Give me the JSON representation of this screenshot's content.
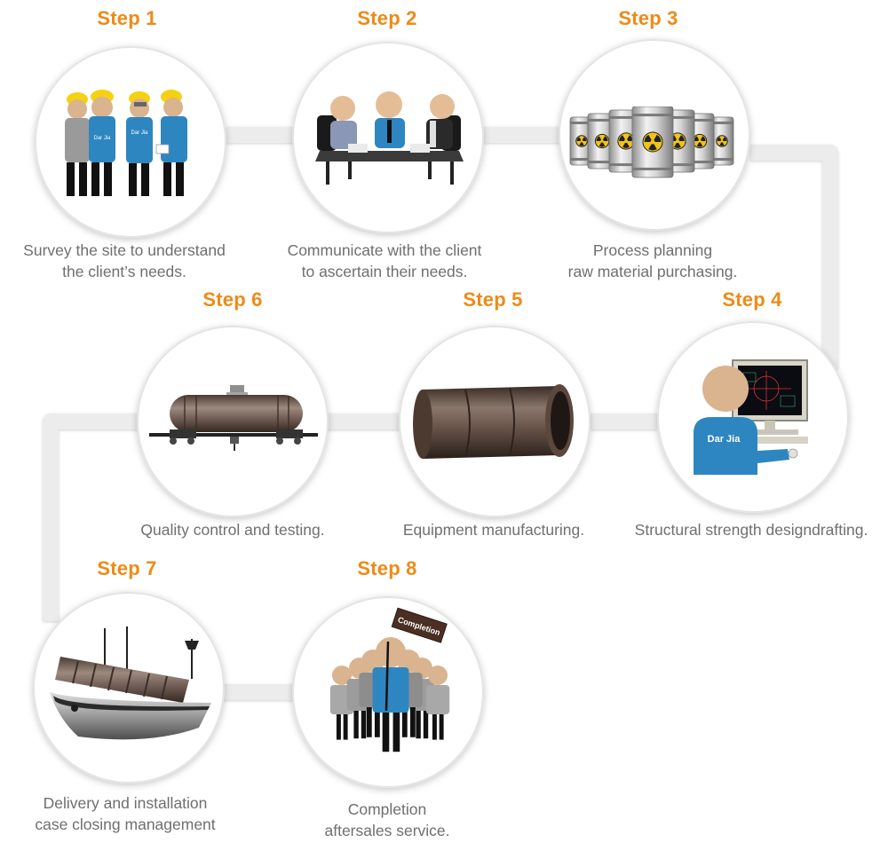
{
  "colors": {
    "step_title": "#ef8a17",
    "caption": "#6f6f6f",
    "connector": "#eeeeee",
    "shirt": "#2e86c1"
  },
  "steps": [
    {
      "title": "Step 1",
      "caption": [
        "Survey the site to understand",
        "the client’s needs."
      ],
      "icon": "survey-workers-icon",
      "shirt_texts": [
        "Dar Jia",
        "Dar Jia"
      ]
    },
    {
      "title": "Step 2",
      "caption": [
        "Communicate with the client",
        "to ascertain their needs."
      ],
      "icon": "meeting-table-icon"
    },
    {
      "title": "Step 3",
      "caption": [
        "Process planning",
        "raw material purchasing."
      ],
      "icon": "radioactive-barrels-icon"
    },
    {
      "title": "Step 4",
      "caption": [
        "Structural strength designdrafting."
      ],
      "icon": "designer-computer-icon",
      "shirt_text": "Dar Jia"
    },
    {
      "title": "Step 5",
      "caption": [
        "Equipment manufacturing."
      ],
      "icon": "steel-pipe-icon"
    },
    {
      "title": "Step 6",
      "caption": [
        "Quality control and testing."
      ],
      "icon": "tank-car-icon"
    },
    {
      "title": "Step 7",
      "caption": [
        "Delivery and installation",
        "case closing management"
      ],
      "icon": "cargo-ship-icon"
    },
    {
      "title": "Step 8",
      "caption": [
        "Completion",
        "aftersales service."
      ],
      "icon": "completion-crowd-icon",
      "sign_text": "Completion"
    }
  ]
}
